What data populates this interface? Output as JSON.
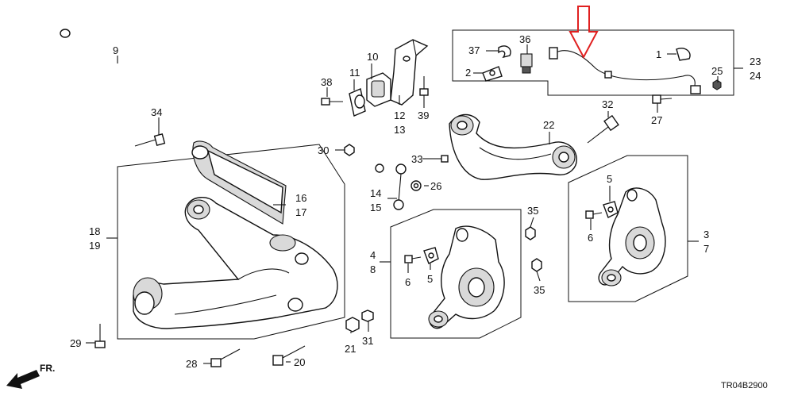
{
  "diagram": {
    "drawing_code": "TR04B2900",
    "direction_label": "FR.",
    "callouts": [
      {
        "id": "c9",
        "text": "9"
      },
      {
        "id": "c10",
        "text": "10"
      },
      {
        "id": "c11",
        "text": "11"
      },
      {
        "id": "c12",
        "text": "12"
      },
      {
        "id": "c13",
        "text": "13"
      },
      {
        "id": "c38",
        "text": "38"
      },
      {
        "id": "c39",
        "text": "39"
      },
      {
        "id": "c34",
        "text": "34"
      },
      {
        "id": "c30",
        "text": "30"
      },
      {
        "id": "c33",
        "text": "33"
      },
      {
        "id": "c26",
        "text": "26"
      },
      {
        "id": "c14",
        "text": "14"
      },
      {
        "id": "c15",
        "text": "15"
      },
      {
        "id": "c16",
        "text": "16"
      },
      {
        "id": "c17",
        "text": "17"
      },
      {
        "id": "c18",
        "text": "18"
      },
      {
        "id": "c19",
        "text": "19"
      },
      {
        "id": "c29",
        "text": "29"
      },
      {
        "id": "c28",
        "text": "28"
      },
      {
        "id": "c20",
        "text": "20"
      },
      {
        "id": "c21",
        "text": "21"
      },
      {
        "id": "c31",
        "text": "31"
      },
      {
        "id": "c37",
        "text": "37"
      },
      {
        "id": "c36",
        "text": "36"
      },
      {
        "id": "c2",
        "text": "2"
      },
      {
        "id": "c1",
        "text": "1"
      },
      {
        "id": "c23",
        "text": "23"
      },
      {
        "id": "c24",
        "text": "24"
      },
      {
        "id": "c25",
        "text": "25"
      },
      {
        "id": "c27",
        "text": "27"
      },
      {
        "id": "c32",
        "text": "32"
      },
      {
        "id": "c22",
        "text": "22"
      },
      {
        "id": "c4",
        "text": "4"
      },
      {
        "id": "c8",
        "text": "8"
      },
      {
        "id": "c6a",
        "text": "6"
      },
      {
        "id": "c5a",
        "text": "5"
      },
      {
        "id": "c35a",
        "text": "35"
      },
      {
        "id": "c35b",
        "text": "35"
      },
      {
        "id": "c5b",
        "text": "5"
      },
      {
        "id": "c6b",
        "text": "6"
      },
      {
        "id": "c3",
        "text": "3"
      },
      {
        "id": "c7",
        "text": "7"
      }
    ],
    "highlight_color": "#e02020"
  }
}
